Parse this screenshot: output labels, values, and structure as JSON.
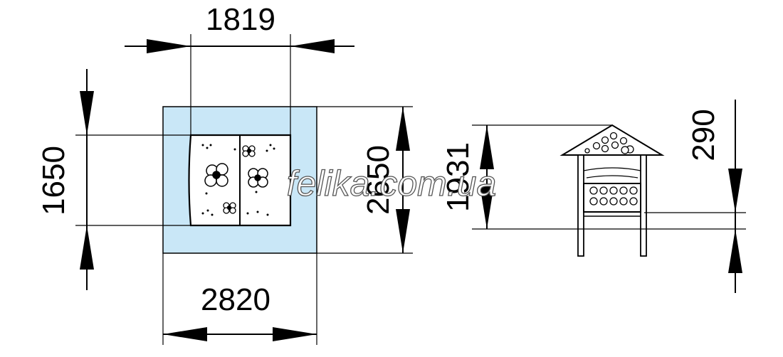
{
  "dimensions": {
    "top_width": "1819",
    "left_height": "1650",
    "right_height": "2650",
    "bottom_width": "2820",
    "side_height": "1931",
    "base_height": "290"
  },
  "watermark": "felika.com.ua",
  "colors": {
    "footprint_fill": "#c9e7f7",
    "line": "#000000"
  }
}
